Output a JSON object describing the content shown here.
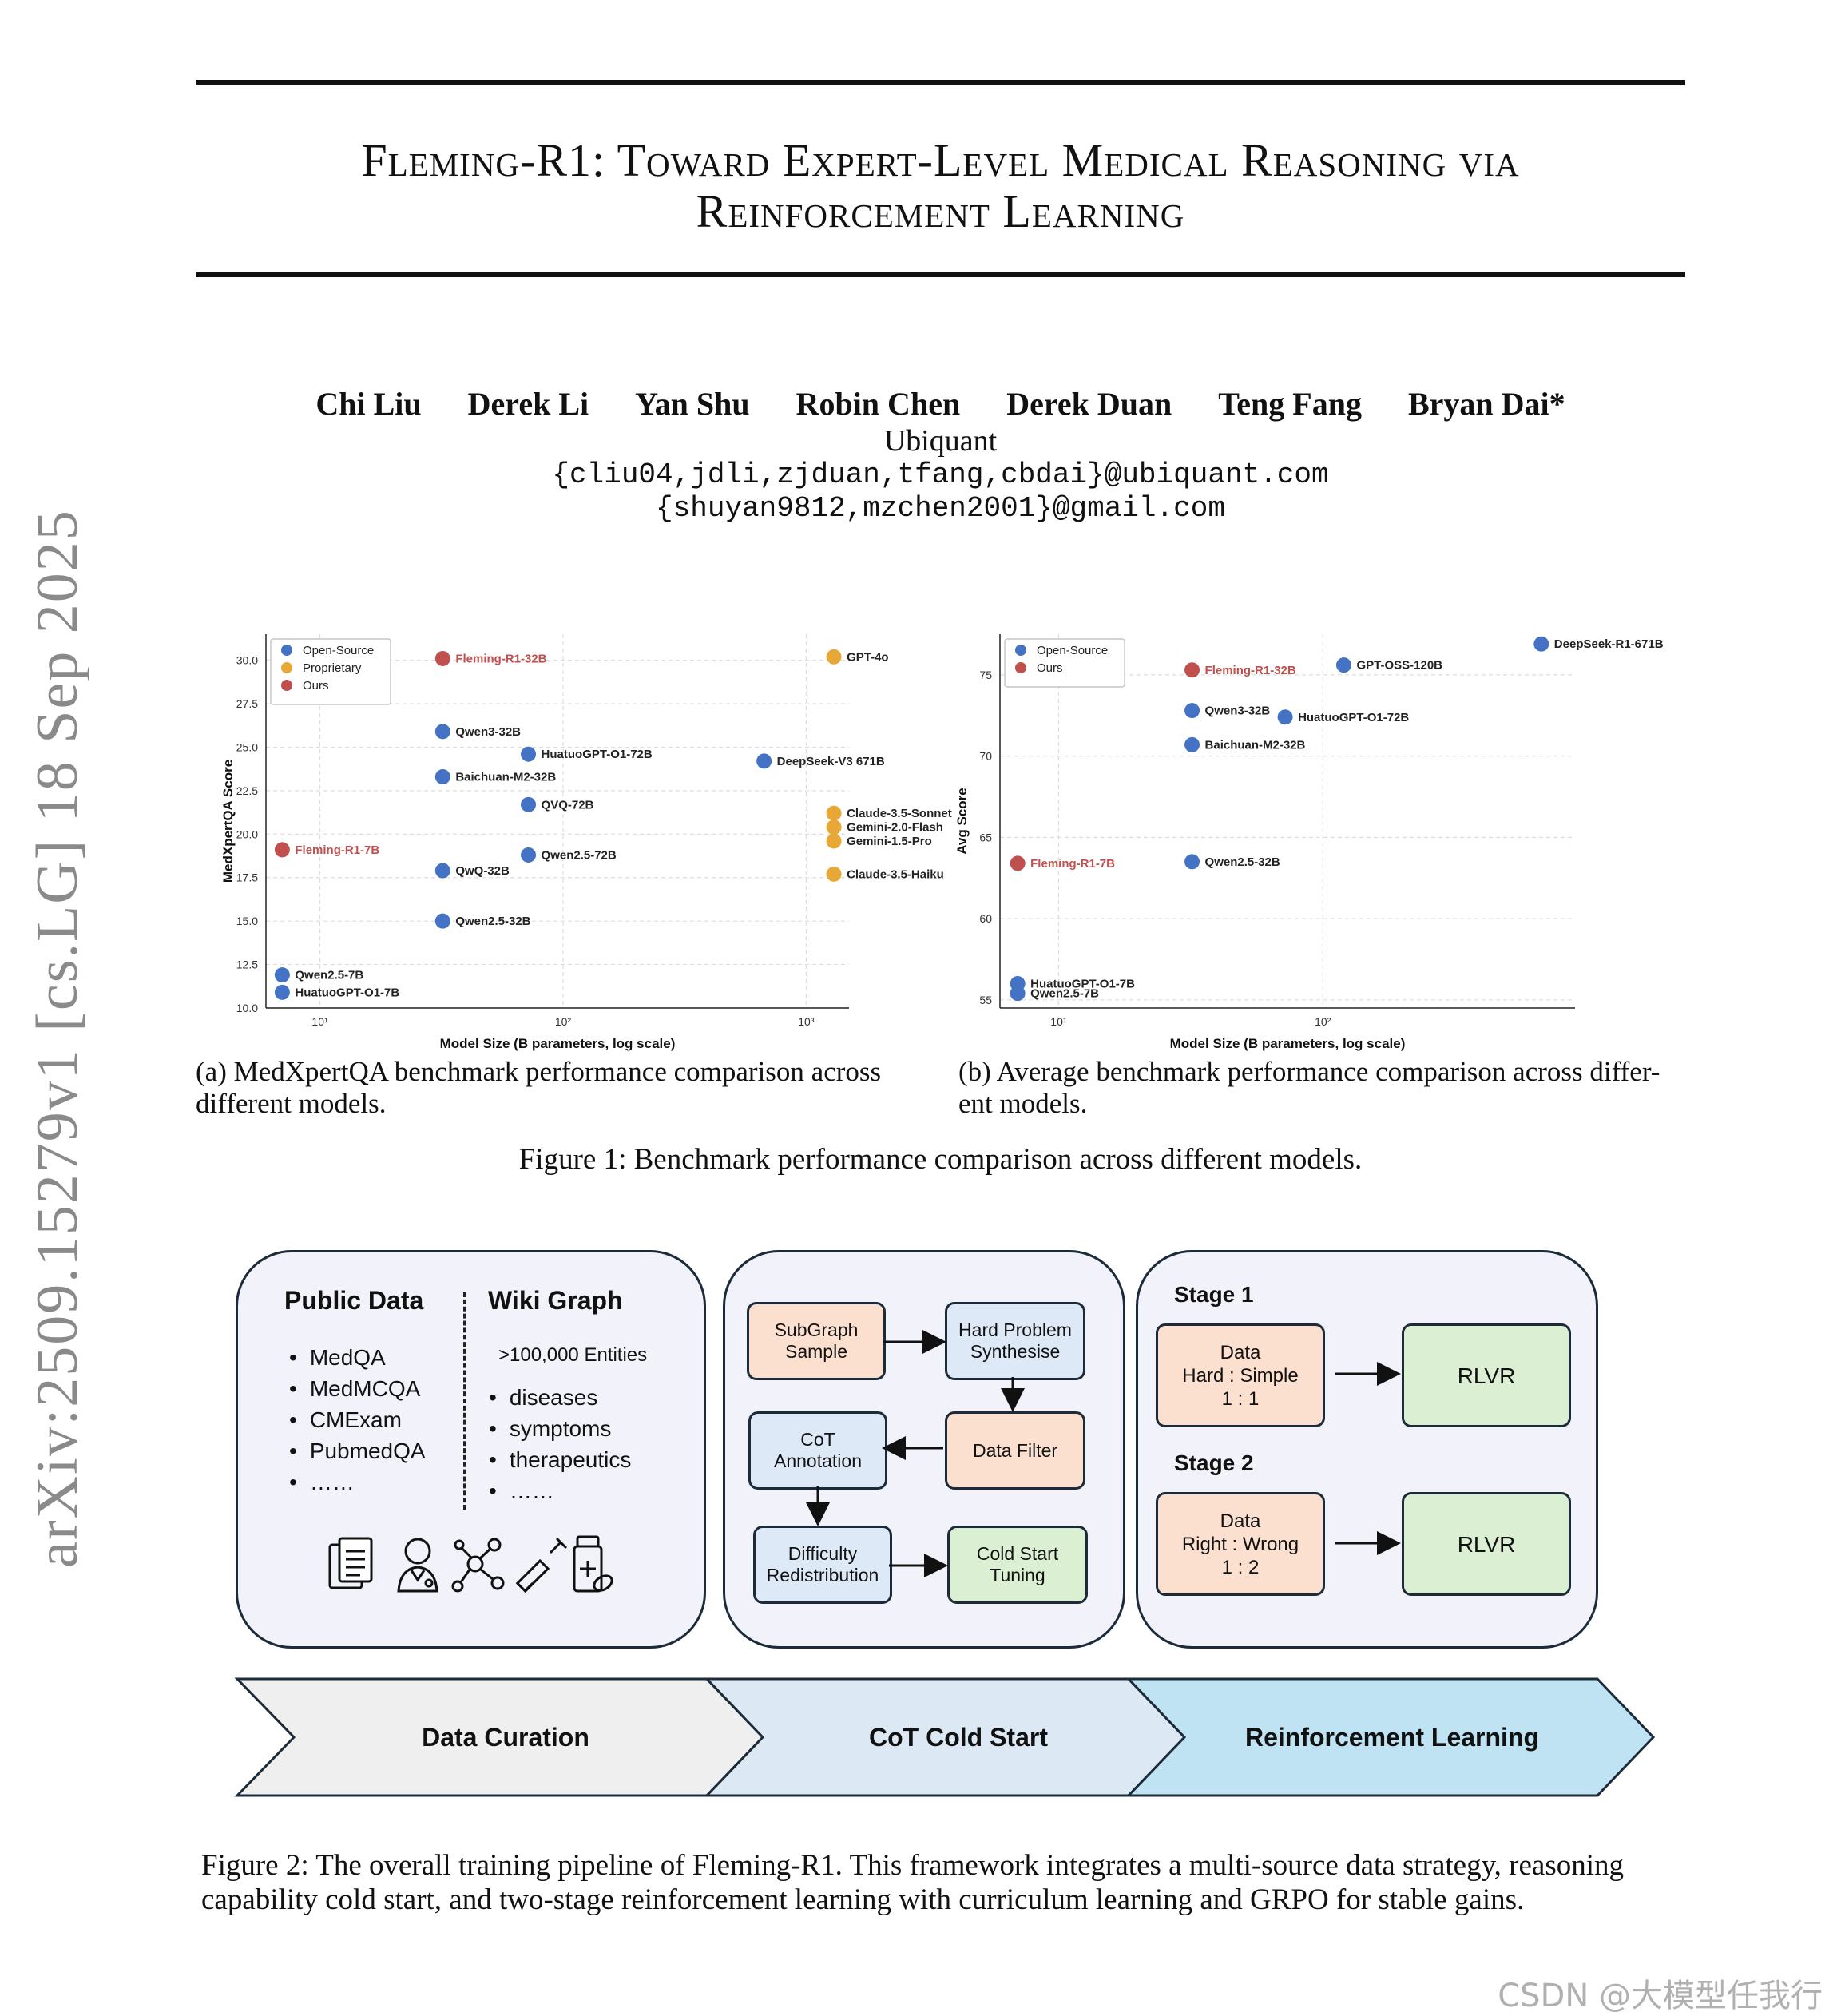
{
  "title": {
    "line1": "Fleming-R1: Toward Expert-Level Medical Reasoning via",
    "line2": "Reinforcement Learning"
  },
  "authors": [
    "Chi Liu",
    "Derek Li",
    "Yan Shu",
    "Robin Chen",
    "Derek Duan",
    "Teng Fang",
    "Bryan Dai*"
  ],
  "affiliation": "Ubiquant",
  "emails": [
    "{cliu04,jdli,zjduan,tfang,cbdai}@ubiquant.com",
    "{shuyan9812,mzchen2001}@gmail.com"
  ],
  "arxiv_stamp": "arXiv:2509.15279v1  [cs.LG]  18 Sep 2025",
  "colors": {
    "open_source": "#4472c4",
    "proprietary": "#e8a838",
    "ours": "#c0504d"
  },
  "chart_data": [
    {
      "type": "scatter",
      "xlabel": "Model Size (B parameters, log scale)",
      "ylabel": "MedXpertQA Score",
      "xscale": "log",
      "xlim": [
        6,
        1500
      ],
      "ylim": [
        10.0,
        31.5
      ],
      "xticks": [
        {
          "v": 10,
          "label": "10¹"
        },
        {
          "v": 100,
          "label": "10²"
        },
        {
          "v": 1000,
          "label": "10³"
        }
      ],
      "yticks": [
        10.0,
        12.5,
        15.0,
        17.5,
        20.0,
        22.5,
        25.0,
        27.5,
        30.0
      ],
      "legend": [
        "Open-Source",
        "Proprietary",
        "Ours"
      ],
      "legend_position": "top-left",
      "grid": true,
      "points": [
        {
          "label": "Fleming-R1-32B",
          "x": 32,
          "y": 30.1,
          "group": "ours"
        },
        {
          "label": "GPT-4o",
          "x": 1300,
          "y": 30.2,
          "group": "proprietary"
        },
        {
          "label": "Qwen3-32B",
          "x": 32,
          "y": 25.9,
          "group": "open"
        },
        {
          "label": "HuatuoGPT-O1-72B",
          "x": 72,
          "y": 24.6,
          "group": "open"
        },
        {
          "label": "DeepSeek-V3 671B",
          "x": 671,
          "y": 24.2,
          "group": "open"
        },
        {
          "label": "Baichuan-M2-32B",
          "x": 32,
          "y": 23.3,
          "group": "open"
        },
        {
          "label": "QVQ-72B",
          "x": 72,
          "y": 21.7,
          "group": "open"
        },
        {
          "label": "Claude-3.5-Sonnet",
          "x": 1300,
          "y": 21.2,
          "group": "proprietary"
        },
        {
          "label": "Gemini-2.0-Flash",
          "x": 1300,
          "y": 20.4,
          "group": "proprietary"
        },
        {
          "label": "Gemini-1.5-Pro",
          "x": 1300,
          "y": 19.6,
          "group": "proprietary"
        },
        {
          "label": "Fleming-R1-7B",
          "x": 7,
          "y": 19.1,
          "group": "ours"
        },
        {
          "label": "Qwen2.5-72B",
          "x": 72,
          "y": 18.8,
          "group": "open"
        },
        {
          "label": "QwQ-32B",
          "x": 32,
          "y": 17.9,
          "group": "open"
        },
        {
          "label": "Claude-3.5-Haiku",
          "x": 1300,
          "y": 17.7,
          "group": "proprietary"
        },
        {
          "label": "Qwen2.5-32B",
          "x": 32,
          "y": 15.0,
          "group": "open"
        },
        {
          "label": "Qwen2.5-7B",
          "x": 7,
          "y": 11.9,
          "group": "open"
        },
        {
          "label": "HuatuoGPT-O1-7B",
          "x": 7,
          "y": 10.9,
          "group": "open"
        }
      ]
    },
    {
      "type": "scatter",
      "xlabel": "Model Size (B parameters, log scale)",
      "ylabel": "Avg Score",
      "xscale": "log",
      "xlim": [
        6,
        900
      ],
      "ylim": [
        54.5,
        77.5
      ],
      "xticks": [
        {
          "v": 10,
          "label": "10¹"
        },
        {
          "v": 100,
          "label": "10²"
        }
      ],
      "yticks": [
        55,
        60,
        65,
        70,
        75
      ],
      "legend": [
        "Open-Source",
        "Ours"
      ],
      "legend_position": "top-left",
      "grid": true,
      "points": [
        {
          "label": "DeepSeek-R1-671B",
          "x": 671,
          "y": 76.9,
          "group": "open"
        },
        {
          "label": "Fleming-R1-32B",
          "x": 32,
          "y": 75.3,
          "group": "ours"
        },
        {
          "label": "GPT-OSS-120B",
          "x": 120,
          "y": 75.6,
          "group": "open"
        },
        {
          "label": "Qwen3-32B",
          "x": 32,
          "y": 72.8,
          "group": "open"
        },
        {
          "label": "HuatuoGPT-O1-72B",
          "x": 72,
          "y": 72.4,
          "group": "open"
        },
        {
          "label": "Baichuan-M2-32B",
          "x": 32,
          "y": 70.7,
          "group": "open"
        },
        {
          "label": "Fleming-R1-7B",
          "x": 7,
          "y": 63.4,
          "group": "ours"
        },
        {
          "label": "Qwen2.5-32B",
          "x": 32,
          "y": 63.5,
          "group": "open"
        },
        {
          "label": "HuatuoGPT-O1-7B",
          "x": 7,
          "y": 56.0,
          "group": "open"
        },
        {
          "label": "Qwen2.5-7B",
          "x": 7,
          "y": 55.4,
          "group": "open"
        }
      ]
    }
  ],
  "fig1": {
    "caption_a": [
      "(a) MedXpertQA benchmark performance comparison across",
      "different models."
    ],
    "caption_b": [
      "(b) Average benchmark performance comparison across differ-",
      "ent models."
    ],
    "caption": "Figure 1: Benchmark performance comparison across different models."
  },
  "fig2": {
    "public_data": {
      "title": "Public Data",
      "items": [
        "MedQA",
        "MedMCQA",
        "CMExam",
        "PubmedQA",
        "……"
      ]
    },
    "wiki_graph": {
      "title": "Wiki Graph",
      "entities": ">100,000 Entities",
      "items": [
        "diseases",
        "symptoms",
        "therapeutics",
        "……"
      ]
    },
    "icons": [
      "documents-icon",
      "doctor-icon",
      "molecule-icon",
      "syringe-icon",
      "medicine-bottle-icon"
    ],
    "cot": {
      "subgraph": [
        "SubGraph",
        "Sample"
      ],
      "hard": [
        "Hard Problem",
        "Synthesise"
      ],
      "filter": [
        "Data Filter"
      ],
      "annotation": [
        "CoT",
        "Annotation"
      ],
      "difficulty": [
        "Difficulty",
        "Redistribution"
      ],
      "coldstart": [
        "Cold Start",
        "Tuning"
      ]
    },
    "rl": {
      "stage1": "Stage 1",
      "stage1_data": [
        "Data",
        "Hard : Simple",
        "1 : 1"
      ],
      "stage1_method": "RLVR",
      "stage2": "Stage 2",
      "stage2_data": [
        "Data",
        "Right : Wrong",
        "1 : 2"
      ],
      "stage2_method": "RLVR"
    },
    "stages": [
      "Data Curation",
      "CoT Cold Start",
      "Reinforcement Learning"
    ],
    "caption": [
      "Figure 2: The overall training pipeline of Fleming-R1. This framework integrates a multi-source data strategy, reasoning",
      "capability cold start, and two-stage reinforcement learning with curriculum learning and GRPO for stable gains."
    ]
  },
  "watermark": "CSDN @大模型任我行"
}
